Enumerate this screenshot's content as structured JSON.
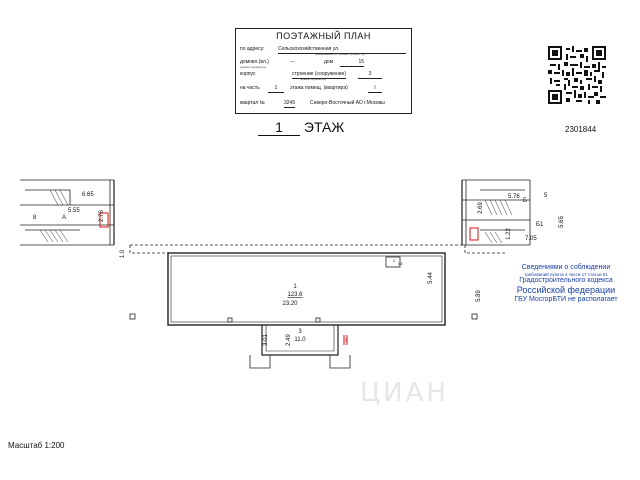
{
  "stamp": {
    "title": "ПОЭТАЖНЫЙ ПЛАН",
    "address_label": "по адресу:",
    "address_value": "Сельскохозяйственная ул.",
    "address_hint": "(наименование ул, бульвар, проезд и т.д.)",
    "house_label": "домовл.(вл.)",
    "house_dash": "---",
    "dom_label": "дом",
    "dom_value": "15",
    "house_hint": "(нужное подчеркнуть)",
    "korpus_label": "корпус",
    "stroenie_label": "строение (сооружение)",
    "stroenie_value": "3",
    "stroenie_hint": "(нужное подчеркнуть)",
    "part_label": "на часть",
    "part_value": "1",
    "floor_label": "этажа помещ. (квартира)",
    "floor_value": "I",
    "kvartal_label": "квартал №",
    "kvartal_value": "3245",
    "district": "Северо-Восточный АО г.Москвы"
  },
  "floor_heading": {
    "number": "1",
    "label": "ЭТАЖ"
  },
  "doc_code": "2301844",
  "notice": {
    "line1": "Сведениями о соблюдении",
    "line2": "требований пункта 4 части 17 статьи 51",
    "line3": "Градостроительного кодекса",
    "line4": "Российской федерации",
    "line5": "ГБУ МосгорБТИ не располагает"
  },
  "scale": "Масштаб 1:200",
  "watermark": "ЦИАН",
  "plan": {
    "room1_number": "1",
    "room1_area": "123.6",
    "room1_length": "23.20",
    "room1_depth_right": "5.44",
    "outer_depth_right": "5.89",
    "left_offset": "1.0",
    "room3_number": "3",
    "room3_area": "11.0",
    "room3_height_left": "3.01",
    "room3_height_inner": "2.49",
    "room3_mark": "II",
    "room1_tag_a": "2",
    "room1_tag_b": "03",
    "left_stair_top": "6.65",
    "left_stair_mid": "5.55",
    "left_stair_letter": "A",
    "left_stair_side": "2.76",
    "left_stair_small": "8",
    "right_stair_top1": "5.76",
    "right_stair_top2": "5",
    "right_stair_letter": "Б",
    "right_stair_side": "2.69",
    "right_b1": "Б1",
    "right_122": "1.22",
    "right_705": "7.05",
    "right_565": "5.65",
    "right_red_mark": "I"
  }
}
